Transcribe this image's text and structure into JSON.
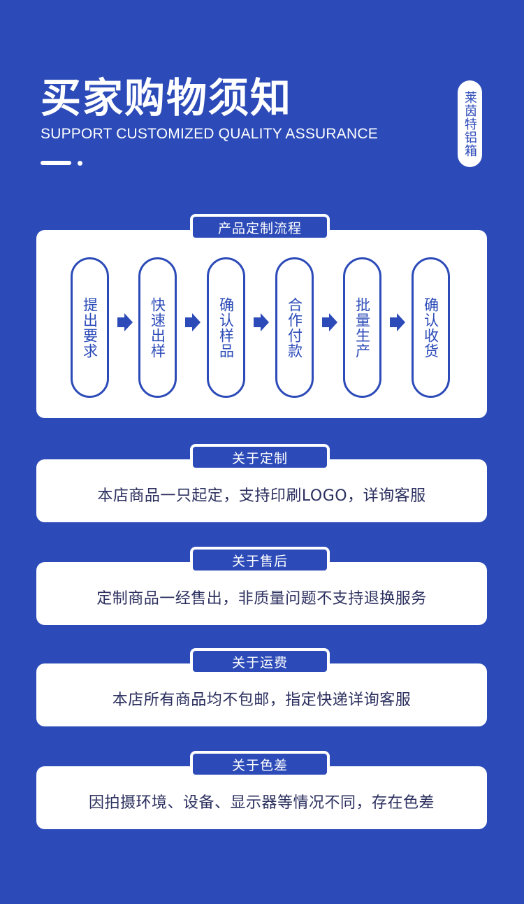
{
  "header": {
    "title": "买家购物须知",
    "subtitle": "SUPPORT CUSTOMIZED QUALITY ASSURANCE",
    "brand": "莱茵特铝箱"
  },
  "process": {
    "tag": "产品定制流程",
    "steps": [
      "提出要求",
      "快速出样",
      "确认样品",
      "合作付款",
      "批量生产",
      "确认收货"
    ]
  },
  "sections": [
    {
      "tag": "关于定制",
      "text": "本店商品一只起定，支持印刷LOGO，详询客服"
    },
    {
      "tag": "关于售后",
      "text": "定制商品一经售出，非质量问题不支持退换服务"
    },
    {
      "tag": "关于运费",
      "text": "本店所有商品均不包邮，指定快递详询客服"
    },
    {
      "tag": "关于色差",
      "text": "因拍摄环境、设备、显示器等情况不同，存在色差"
    }
  ],
  "colors": {
    "background": "#2c4bb8",
    "card": "#ffffff",
    "text": "#2b2f5e"
  }
}
